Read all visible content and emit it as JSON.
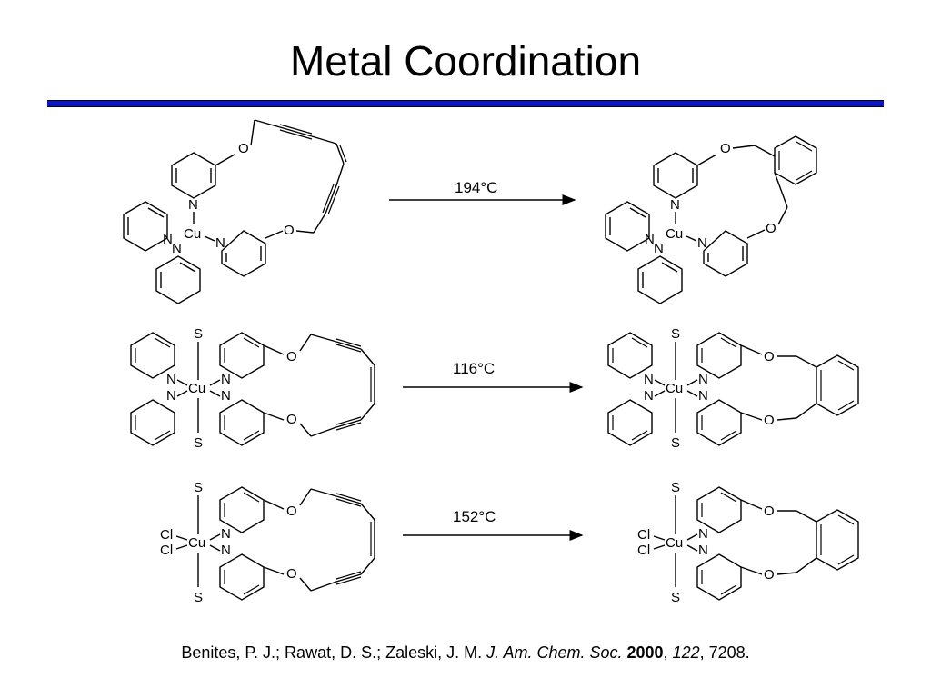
{
  "slide": {
    "title": "Metal Coordination"
  },
  "reactions": [
    {
      "condition": "194°C"
    },
    {
      "condition": "116°C"
    },
    {
      "condition": "152°C"
    }
  ],
  "atoms": {
    "o": "O",
    "n": "N",
    "cu": "Cu",
    "s": "S",
    "cl": "Cl"
  },
  "citation": {
    "authors": "Benites, P. J.; Rawat, D. S.; Zaleski, J. M. ",
    "journal": "J. Am. Chem. Soc.",
    "year": "2000",
    "sep1": ", ",
    "volume": "122",
    "pages": ", 7208."
  }
}
